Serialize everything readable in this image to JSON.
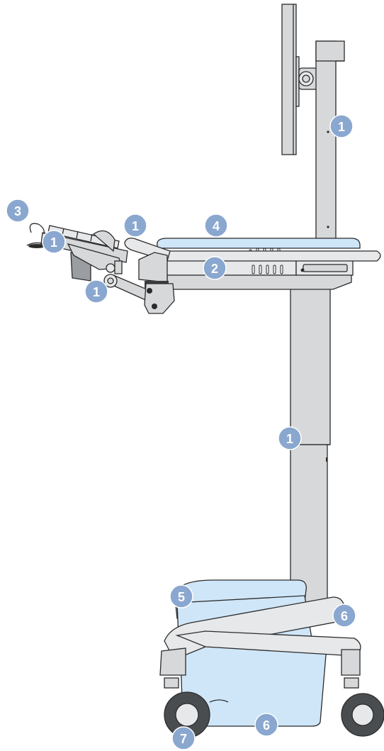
{
  "colors": {
    "callout_fill": "#8aa7cf",
    "callout_text": "#ffffff",
    "highlight_blue": "#cfe6f8",
    "metal_grey": "#d6d8da",
    "outline": "#2b2b2b"
  },
  "callouts": [
    {
      "id": "monitor-post",
      "label": "1"
    },
    {
      "id": "keyboard-tray",
      "label": "1"
    },
    {
      "id": "keyboard-arm",
      "label": "1"
    },
    {
      "id": "handle",
      "label": "1"
    },
    {
      "id": "column",
      "label": "1"
    },
    {
      "id": "drawer",
      "label": "2"
    },
    {
      "id": "mouse-holder",
      "label": "3"
    },
    {
      "id": "work-surface",
      "label": "4"
    },
    {
      "id": "base-cover",
      "label": "5"
    },
    {
      "id": "base-leg",
      "label": "6"
    },
    {
      "id": "base-bin",
      "label": "6"
    },
    {
      "id": "caster",
      "label": "7"
    }
  ]
}
